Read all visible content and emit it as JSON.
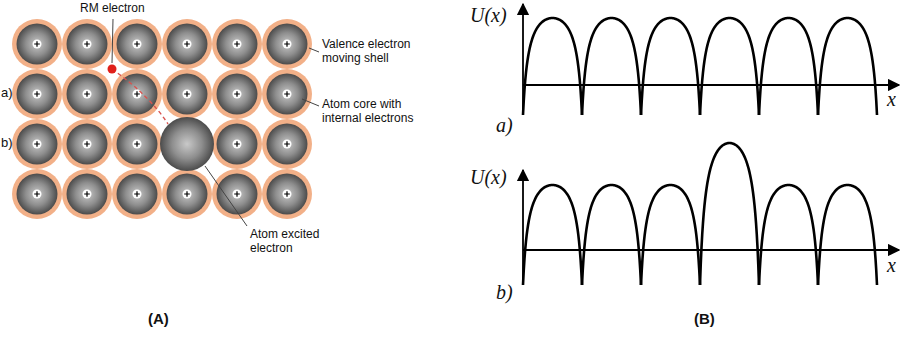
{
  "diagram": {
    "labels": [
      "RM electron",
      "Valence electron moving shell",
      "a)",
      "Atom core with internal electrons",
      "b)",
      "Atom excited electron",
      "(A)",
      "U(x)",
      "x",
      "a)",
      "U(x)",
      "x",
      "b)",
      "(B)"
    ]
  }
}
